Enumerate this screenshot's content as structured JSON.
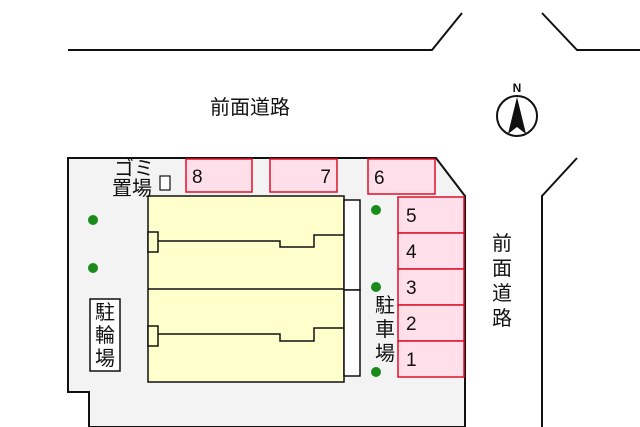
{
  "roads": {
    "top_label": "前面道路",
    "right_label_chars": [
      "前",
      "面",
      "道",
      "路"
    ]
  },
  "compass": {
    "letter": "N"
  },
  "facilities": {
    "garbage_line1": "ゴミ",
    "garbage_line2": "置場",
    "bicycle_chars": [
      "駐",
      "輪",
      "場"
    ],
    "parking_chars": [
      "駐",
      "車",
      "場"
    ]
  },
  "parking_spaces": [
    {
      "number": "8"
    },
    {
      "number": "7"
    },
    {
      "number": "6"
    },
    {
      "number": "5"
    },
    {
      "number": "4"
    },
    {
      "number": "3"
    },
    {
      "number": "2"
    },
    {
      "number": "1"
    }
  ],
  "colors": {
    "background": "#ffffff",
    "lot": "#f3f3f3",
    "building": "#ffffcc",
    "parking_fill": "#ffe0ea",
    "parking_border": "#e0102a",
    "tree": "#1a8a1a",
    "line": "#111111"
  }
}
